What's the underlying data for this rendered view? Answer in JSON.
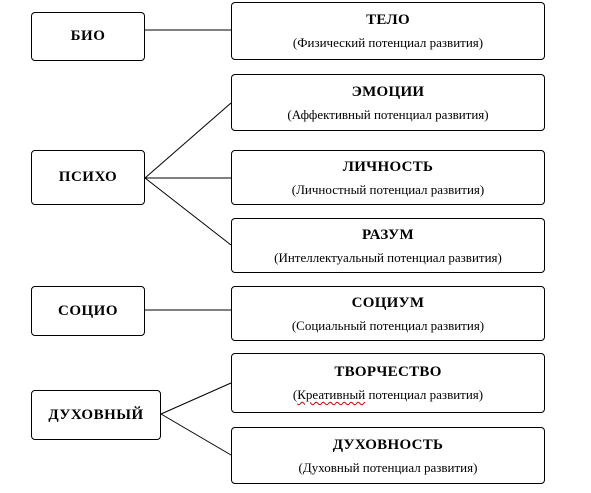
{
  "categories": [
    {
      "id": "bio",
      "label": "БИО"
    },
    {
      "id": "psycho",
      "label": "ПСИХО"
    },
    {
      "id": "socio",
      "label": "СОЦИО"
    },
    {
      "id": "spirit",
      "label": "ДУХОВНЫЙ"
    }
  ],
  "items": [
    {
      "id": "body",
      "title": "ТЕЛО",
      "subtitle": "(Физический потенциал развития)"
    },
    {
      "id": "emotions",
      "title": "ЭМОЦИИ",
      "subtitle": "(Аффективный потенциал развития)"
    },
    {
      "id": "personality",
      "title": "ЛИЧНОСТЬ",
      "subtitle": "(Личностный потенциал развития)"
    },
    {
      "id": "mind",
      "title": "РАЗУМ",
      "subtitle": "(Интеллектуальный потенциал развития)"
    },
    {
      "id": "society",
      "title": "СОЦИУМ",
      "subtitle": "(Социальный потенциал развития)"
    },
    {
      "id": "creativity",
      "title": "ТВОРЧЕСТВО",
      "subtitle_open": "(",
      "subtitle_word": "Креативный",
      "subtitle_rest": " потенциал развития)"
    },
    {
      "id": "spirituality",
      "title": "ДУХОВНОСТЬ",
      "subtitle": "(Духовный потенциал развития)"
    }
  ],
  "connections": [
    {
      "from": "БИО",
      "to": [
        "ТЕЛО"
      ]
    },
    {
      "from": "ПСИХО",
      "to": [
        "ЭМОЦИИ",
        "ЛИЧНОСТЬ",
        "РАЗУМ"
      ]
    },
    {
      "from": "СОЦИО",
      "to": [
        "СОЦИУМ"
      ]
    },
    {
      "from": "ДУХОВНЫЙ",
      "to": [
        "ТВОРЧЕСТВО",
        "ДУХОВНОСТЬ"
      ]
    }
  ],
  "colors": {
    "line": "#000000",
    "background": "#ffffff",
    "spellcheck_underline": "#cc0000"
  }
}
